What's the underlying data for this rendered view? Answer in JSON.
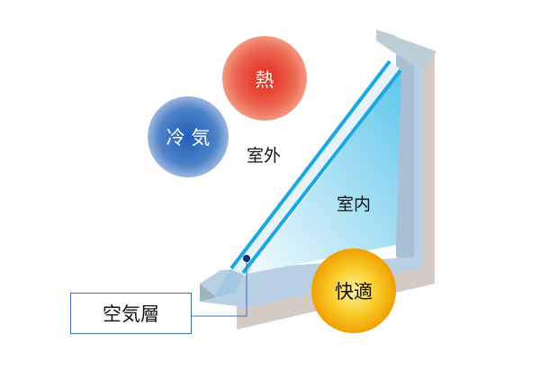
{
  "labels": {
    "heat": "熱",
    "cold_air": "冷 気",
    "outdoor": "室外",
    "indoor": "室内",
    "comfort": "快適",
    "air_layer": "空気層"
  },
  "colors": {
    "glass_line": "#1ba8e2",
    "heat": "#e8553e",
    "cold": "#3f78c2",
    "comfort": "#f3a900",
    "callout": "#3b6fb0"
  }
}
